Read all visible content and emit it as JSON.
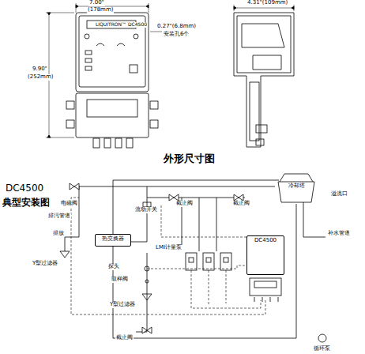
{
  "diagram": {
    "title": "外形尺寸图",
    "nodes": [
      {
        "text": [
          "冷却塔"
        ]
      },
      {
        "text": [
          "热交换器"
        ]
      },
      {
        "text": [
          "DC4500"
        ]
      }
    ],
    "edges": [
      {
        "from": 1,
        "to": 0,
        "arrow": "none"
      },
      {
        "from": 0,
        "to": 1,
        "arrow": "none"
      }
    ],
    "labels": [
      "7.00\"",
      "(178mm)",
      "0.27\"(6.8mm)",
      "安装孔6个",
      "9.90\"",
      "(252mm)",
      "4.31\"(109mm)",
      "LIQUITRON™ DC4500",
      "电磁阀",
      "排污管道",
      "排放",
      "Y型过滤器",
      "探头",
      "取样阀",
      "Y型过滤器",
      "截止阀",
      "流动开关",
      "截止阀",
      "截止阀",
      "LMI计量泵",
      "溢流口",
      "补水管道",
      "循环泵",
      "DC4500",
      "典型安装图"
    ]
  }
}
